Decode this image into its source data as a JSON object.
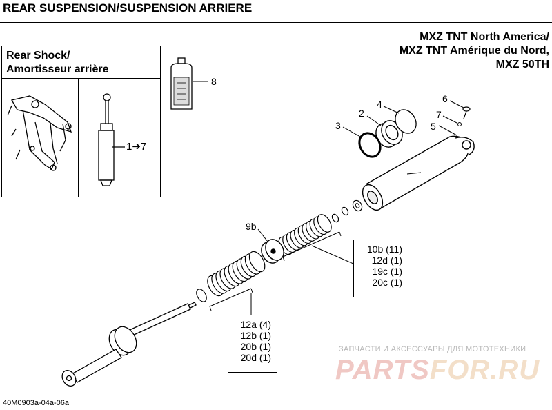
{
  "header": {
    "title": "REAR SUSPENSION/SUSPENSION ARRIERE"
  },
  "models": {
    "line1": "MXZ TNT North America/",
    "line2": "MXZ TNT Amérique du Nord,",
    "line3": "MXZ 50TH"
  },
  "inset": {
    "title_line1": "Rear Shock/",
    "title_line2": "Amortisseur arrière",
    "callout": "1➔7"
  },
  "callouts": {
    "c2": "2",
    "c3": "3",
    "c4": "4",
    "c5": "5",
    "c6": "6",
    "c7": "7",
    "c8": "8",
    "c9b": "9b"
  },
  "parts_group_1": {
    "items": [
      "10b (11)",
      "12d (1)",
      "19c (1)",
      "20c (1)"
    ]
  },
  "parts_group_2": {
    "items": [
      "12a (4)",
      "12b (1)",
      "20b (1)",
      "20d (1)"
    ]
  },
  "watermark": {
    "caption": "ЗАПЧАСТИ И АКСЕССУАРЫ ДЛЯ МОТОТЕХНИКИ",
    "logo_pre": "PARTS",
    "logo_post": "FOR.RU"
  },
  "figure_code": "40M0903a-04a-06a"
}
